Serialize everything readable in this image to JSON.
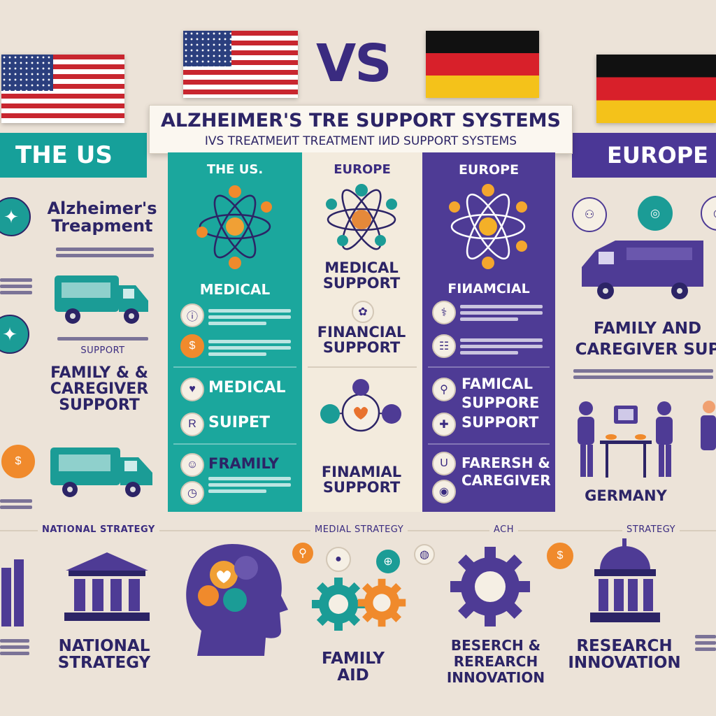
{
  "header": {
    "vs_label": "VS",
    "title_line1": "ALZHEIMER'S TRE SUPPORT SYSTEMS",
    "title_line2": "IVS TREATMEИT TREATMENT IИD SUPPORT SYSTEMS",
    "left_banner": "THE US",
    "right_banner": "EUROPE"
  },
  "columns": {
    "col1_head": "THE US.",
    "col2_head": "EUROPE",
    "col3_head": "EUROPE",
    "col1_medical": "MEDICAL",
    "col2_medical": "MEDICAL SUPPORT",
    "col3_financial": "FIИAMCIAL",
    "col2_financial": "FINANCIAL SUPPORT",
    "col1_med2": "MEDICAL",
    "col1_supp": "SUIPET",
    "col1_family": "FRAMILY",
    "col2_finamial": "FINAMIAL SUPPORT",
    "col3_famical": "FAMICAL SUPPORE SUPPORT",
    "col3_research": "FARERSH & CAREGIVER"
  },
  "left_side": {
    "treatment": "Alzheimer's Treapment",
    "support_small": "SUPPORT",
    "family": "FAMILY & & CAREGIVER SUPPORT",
    "national": "NATIONAL STRATEGY",
    "national_big": "NATIONAL STRATEGY"
  },
  "right_side": {
    "family": "FAMILY AND CAREGIVER SUP",
    "germany": "GERMANY",
    "research": "RESEARCH INNOVATION"
  },
  "bottom": {
    "medial_strategy": "MEDIAL STRATEGY",
    "ach": "ACH",
    "strategy_right": "STRATEGY",
    "family_aid": "FAMILY AID",
    "research_mid": "BESERCH & REREARCH INNOVATION"
  },
  "colors": {
    "teal": "#1ba79d",
    "purple": "#4e3b95",
    "orange": "#f08a2c",
    "background": "#ece3d8"
  }
}
